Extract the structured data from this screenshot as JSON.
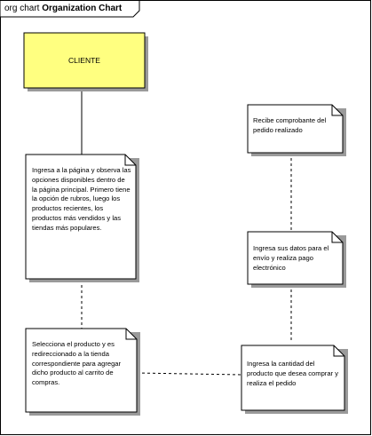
{
  "frame": {
    "keyword": "org chart",
    "title": "Organization Chart"
  },
  "client": {
    "label": "CLIENTE",
    "fill": "#ffff80"
  },
  "notes": [
    {
      "id": "note-browse",
      "text": "Ingresa a la página y observa las opciones disponibles dentro de la página principal. Primero tiene la opción de rubros, luego los productos recientes, los productos más vendidos y las tiendas más populares."
    },
    {
      "id": "note-select",
      "text": "Selecciona el producto y es redireccionado a la tienda correspondiente para agregar dicho producto al carrito de compras."
    },
    {
      "id": "note-quantity",
      "text": "Ingresa la cantidad del producto que desea comprar y realiza el pedido"
    },
    {
      "id": "note-payment",
      "text": "Ingresa sus datos para el envío y realiza pago electrónico"
    },
    {
      "id": "note-receipt",
      "text": "Recibe comprobante del pedido realizado"
    }
  ],
  "colors": {
    "note_fill": "#ffffff",
    "line": "#000000",
    "shadow": "#9a9a9a"
  }
}
